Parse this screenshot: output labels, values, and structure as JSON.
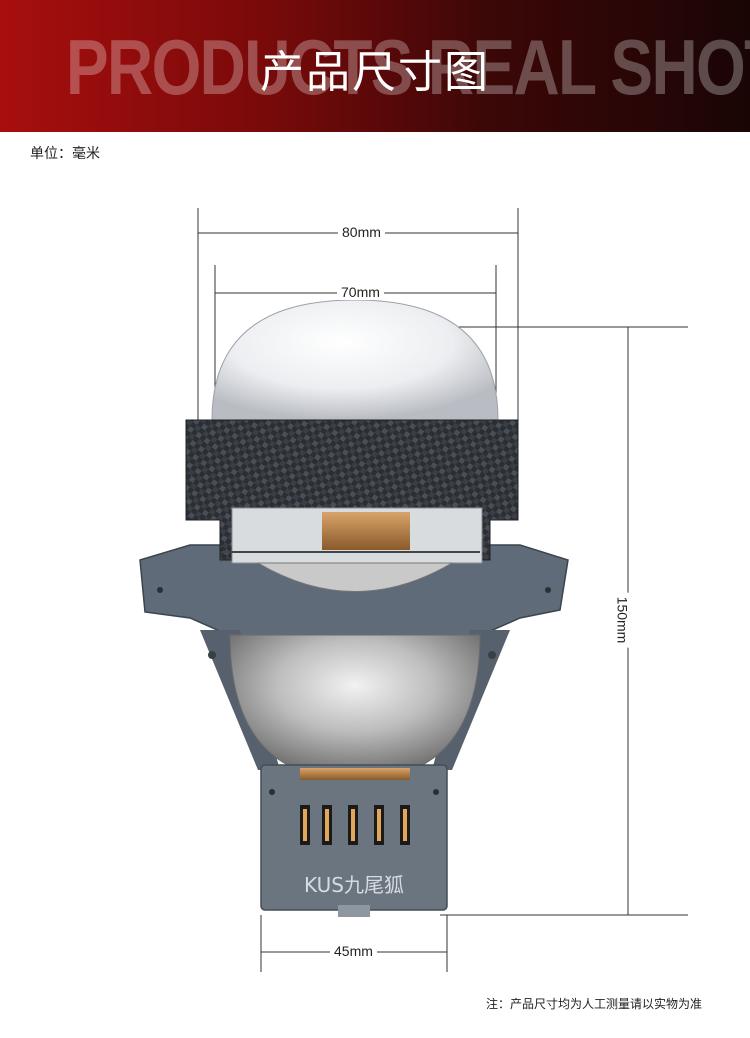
{
  "banner": {
    "background_text": "PRODUCTS REAL SHOT",
    "title": "产品尺寸图",
    "gradient_start": "#a80e0e",
    "gradient_end": "#1a0505"
  },
  "unit_label": "单位：毫米",
  "dimensions": {
    "width_outer": "80mm",
    "width_inner": "70mm",
    "height": "150mm",
    "base_width": "45mm"
  },
  "product": {
    "brand_text": "KUS九尾狐",
    "shell_color": "#5f6b78",
    "carbon_color": "#2b2e33"
  },
  "footer_note": "注：产品尺寸均为人工测量请以实物为准"
}
